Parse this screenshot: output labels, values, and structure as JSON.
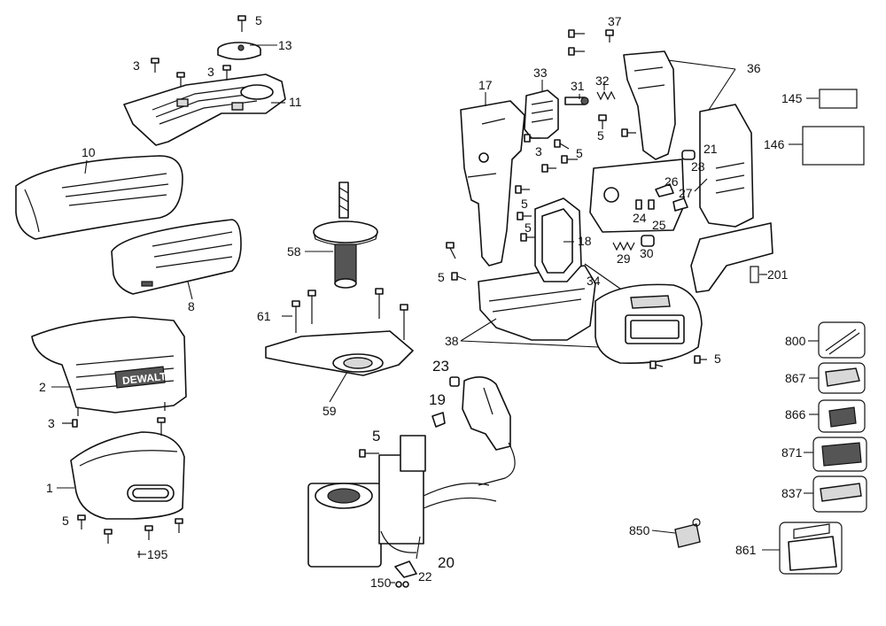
{
  "brand_text": "DEWALT",
  "labels": {
    "p1": "1",
    "p2": "2",
    "p3a": "3",
    "p3b": "3",
    "p3c": "3",
    "p3d": "3",
    "p5a": "5",
    "p5b": "5",
    "p5c": "5",
    "p5d": "5",
    "p5e": "5",
    "p5f": "5",
    "p5g": "5",
    "p5h": "5",
    "p8": "8",
    "p10": "10",
    "p11": "11",
    "p13": "13",
    "p17": "17",
    "p18": "18",
    "p19": "19",
    "p20": "20",
    "p21": "21",
    "p22": "22",
    "p23": "23",
    "p24": "24",
    "p25": "25",
    "p26": "26",
    "p27": "27",
    "p28": "28",
    "p29": "29",
    "p30": "30",
    "p31": "31",
    "p32": "32",
    "p33": "33",
    "p34": "34",
    "p36": "36",
    "p37": "37",
    "p38": "38",
    "p58": "58",
    "p59": "59",
    "p61": "61",
    "p145": "145",
    "p146": "146",
    "p150": "150",
    "p195": "195",
    "p201": "201",
    "p800": "800",
    "p837": "837",
    "p850": "850",
    "p861": "861",
    "p866": "866",
    "p867": "867",
    "p871": "871"
  },
  "icons": [
    "screw-icon",
    "pin-icon",
    "spring-icon",
    "battery-icon",
    "charger-icon",
    "case-icon"
  ]
}
